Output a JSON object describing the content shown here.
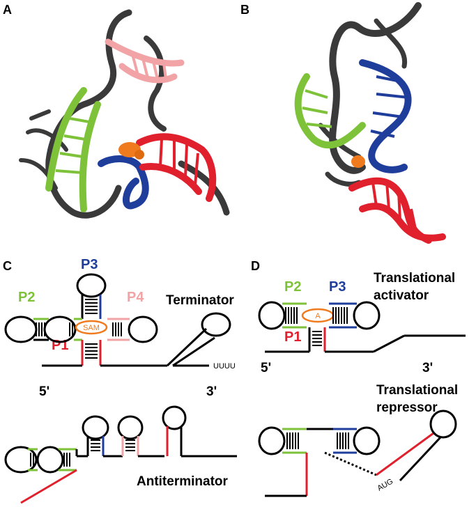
{
  "colors": {
    "p1": "#e0202c",
    "p2": "#7ec23a",
    "p3": "#1f3d9a",
    "p4": "#f2a3a6",
    "ligand": "#f07a1e",
    "backbone": "#3a3a3a",
    "line": "#000000"
  },
  "panels": {
    "a": {
      "letter": "A"
    },
    "b": {
      "letter": "B"
    },
    "c": {
      "letter": "C",
      "stems": {
        "p2": "P2",
        "p3": "P3",
        "p4": "P4",
        "p1": "P1"
      },
      "ligand": "SAM",
      "terminator": "Terminator",
      "uuuu": "UUUU",
      "five_prime": "5'",
      "three_prime": "3'",
      "antiterminator": "Antiterminator"
    },
    "d": {
      "letter": "D",
      "stems": {
        "p2": "P2",
        "p3": "P3",
        "p1": "P1"
      },
      "ligand": "A",
      "activator_line1": "Translational",
      "activator_line2": "activator",
      "five_prime": "5'",
      "three_prime": "3'",
      "repressor_line1": "Translational",
      "repressor_line2": "repressor",
      "start_codon": "AUG"
    }
  }
}
